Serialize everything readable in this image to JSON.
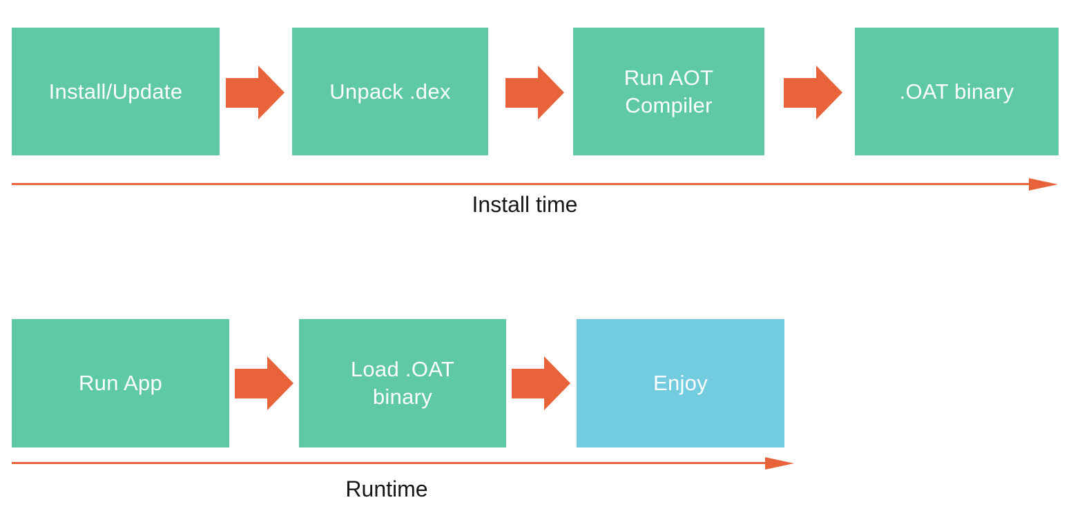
{
  "colors": {
    "box_green": "#5ec9a2",
    "box_blue": "#72cbdf",
    "arrow_orange": "#e8623a",
    "box_text": "#ffffff",
    "timeline_text": "#161616"
  },
  "flow": {
    "install_row": {
      "timeline_label": "Install time",
      "boxes": [
        {
          "label": "Install/Update",
          "color": "green"
        },
        {
          "label": "Unpack .dex",
          "color": "green"
        },
        {
          "label": "Run AOT\nCompiler",
          "color": "green"
        },
        {
          "label": ".OAT binary",
          "color": "green"
        }
      ]
    },
    "runtime_row": {
      "timeline_label": "Runtime",
      "boxes": [
        {
          "label": "Run App",
          "color": "green"
        },
        {
          "label": "Load .OAT\nbinary",
          "color": "green"
        },
        {
          "label": "Enjoy",
          "color": "blue"
        }
      ]
    }
  }
}
